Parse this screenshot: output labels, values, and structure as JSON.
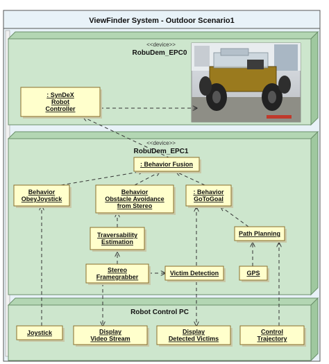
{
  "system": {
    "title": "ViewFinder System - Outdoor Scenario1"
  },
  "nodes": {
    "epc0": {
      "stereotype": "<<device>>",
      "name": "RobuDem_EPC0"
    },
    "epc1": {
      "stereotype": "<<device>>",
      "name": "RobuDem_EPC1"
    },
    "pc": {
      "name": "Robot Control PC"
    }
  },
  "components": {
    "syndex": {
      "lines": [
        ": SynDeX",
        "Robot",
        "Controller"
      ]
    },
    "fusion": {
      "lines": [
        ": Behavior  Fusion"
      ]
    },
    "obey": {
      "lines": [
        "Behavior",
        "ObeyJoystick"
      ]
    },
    "obstacle": {
      "lines": [
        "Behavior",
        "Obstacle Avoidance",
        "from Stereo"
      ]
    },
    "goto": {
      "lines": [
        ": Behavior",
        "GoToGoal"
      ]
    },
    "trav": {
      "lines": [
        "Traversability",
        "Estimation"
      ]
    },
    "path": {
      "lines": [
        "Path Planning"
      ]
    },
    "stereo": {
      "lines": [
        "Stereo",
        "Framegrabber"
      ]
    },
    "victim": {
      "lines": [
        "Victim Detection"
      ]
    },
    "gps": {
      "lines": [
        "GPS"
      ]
    },
    "joystick": {
      "lines": [
        "Joystick"
      ]
    },
    "display_video": {
      "lines": [
        "Display",
        "Video Stream"
      ]
    },
    "display_victims": {
      "lines": [
        "Display",
        "Detected Victims"
      ]
    },
    "control_traj": {
      "lines": [
        "Control",
        "Trajectory"
      ]
    }
  },
  "colors": {
    "node_fill": "#cde6cd",
    "node_top": "#b3d6b3",
    "node_side": "#9fc89f",
    "node_stroke": "#6a8f6a",
    "system_fill": "#e8f2f8",
    "system_stroke": "#555555",
    "component_fill": "#ffffcc",
    "component_stroke": "#8a6d2a"
  },
  "image": {
    "subject": "robot-photo"
  }
}
